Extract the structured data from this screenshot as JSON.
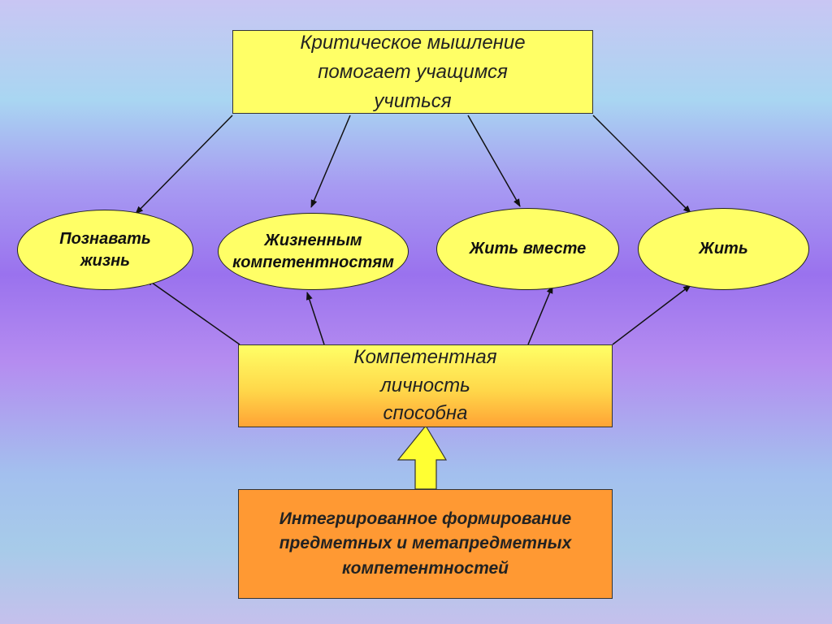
{
  "top_box": {
    "lines": [
      "Критическое мышление",
      "помогает учащимся",
      "учиться"
    ]
  },
  "ellipses": [
    {
      "lines": [
        "Познавать",
        "жизнь"
      ]
    },
    {
      "lines": [
        "Жизненным",
        "компетентностям"
      ]
    },
    {
      "lines": [
        "Жить вместе"
      ]
    },
    {
      "lines": [
        "Жить"
      ]
    }
  ],
  "middle_box": {
    "lines": [
      "Компетентная",
      "личность",
      "способна"
    ]
  },
  "bottom_box": {
    "lines": [
      "Интегрированное формирование",
      "предметных и метапредметных",
      "компетентностей"
    ]
  },
  "colors": {
    "yellow": "#ffff66",
    "orange": "#ff9933",
    "line": "#111111"
  }
}
